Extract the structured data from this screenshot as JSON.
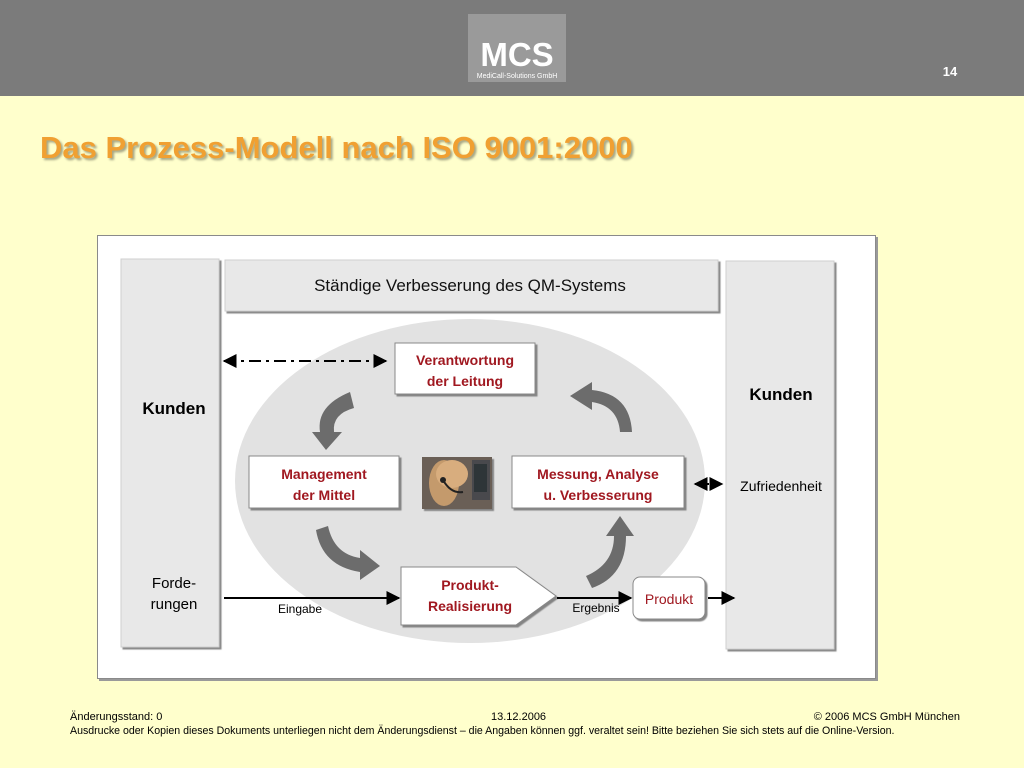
{
  "header": {
    "logo_text": "MCS",
    "logo_subtitle": "MediCall-Solutions GmbH",
    "page_number": "14"
  },
  "slide": {
    "title": "Das Prozess-Modell nach ISO 9001:2000"
  },
  "diagram": {
    "top_banner": "Ständige Verbesserung des QM-Systems",
    "left_panel_title": "Kunden",
    "left_panel_bottom": [
      "Forde-",
      "rungen"
    ],
    "right_panel_title": "Kunden",
    "right_panel_label": "Zufriedenheit",
    "box_responsibility": [
      "Verantwortung",
      "der Leitung"
    ],
    "box_management": [
      "Management",
      "der Mittel"
    ],
    "box_measurement": [
      "Messung, Analyse",
      "u. Verbesserung"
    ],
    "box_realization": [
      "Produkt-",
      "Realisierung"
    ],
    "box_product": "Produkt",
    "label_input": "Eingabe",
    "label_output": "Ergebnis",
    "colors": {
      "box_text": "#a01820",
      "panel": "#e8e8e8",
      "ellipse": "#e2e2e2",
      "arrow": "#6c6c6c"
    }
  },
  "footer": {
    "revision": "Änderungsstand: 0",
    "date": "13.12.2006",
    "copyright": "© 2006 MCS GmbH München",
    "disclaimer": "Ausdrucke oder Kopien dieses Dokuments unterliegen nicht dem Änderungsdienst – die Angaben können ggf. veraltet sein! Bitte beziehen Sie sich stets auf die Online-Version."
  }
}
